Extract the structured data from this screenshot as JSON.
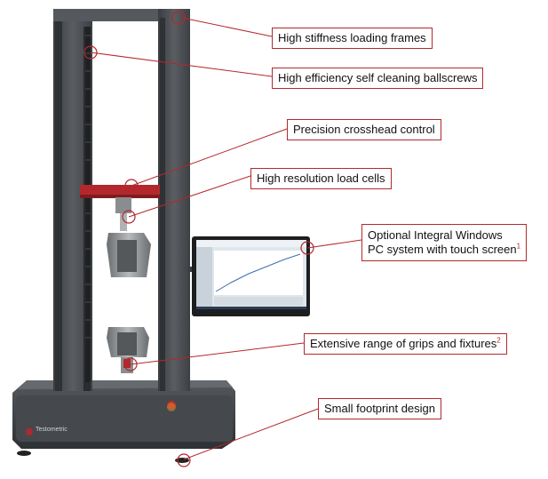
{
  "colors": {
    "accent": "#b3282d",
    "frame": "#4a4d51",
    "base": "#3b3e42"
  },
  "brand": {
    "logo_text": "Testometric"
  },
  "callouts": [
    {
      "id": "frames",
      "text": "High stiffness loading frames",
      "sup": ""
    },
    {
      "id": "ballscrews",
      "text": "High efficiency self cleaning ballscrews",
      "sup": ""
    },
    {
      "id": "crosshead",
      "text": "Precision crosshead control",
      "sup": ""
    },
    {
      "id": "loadcells",
      "text": "High resolution load cells",
      "sup": ""
    },
    {
      "id": "pc_line1",
      "text": "Optional Integral Windows",
      "sup": ""
    },
    {
      "id": "pc_line2",
      "text": "PC system with touch screen",
      "sup": "1"
    },
    {
      "id": "grips",
      "text": "Extensive range of grips and fixtures",
      "sup": "2"
    },
    {
      "id": "footprint",
      "text": "Small footprint design",
      "sup": ""
    }
  ],
  "icons": {
    "callout_marker": "circle-marker-icon",
    "emergency_stop": "emergency-stop-button-icon"
  }
}
